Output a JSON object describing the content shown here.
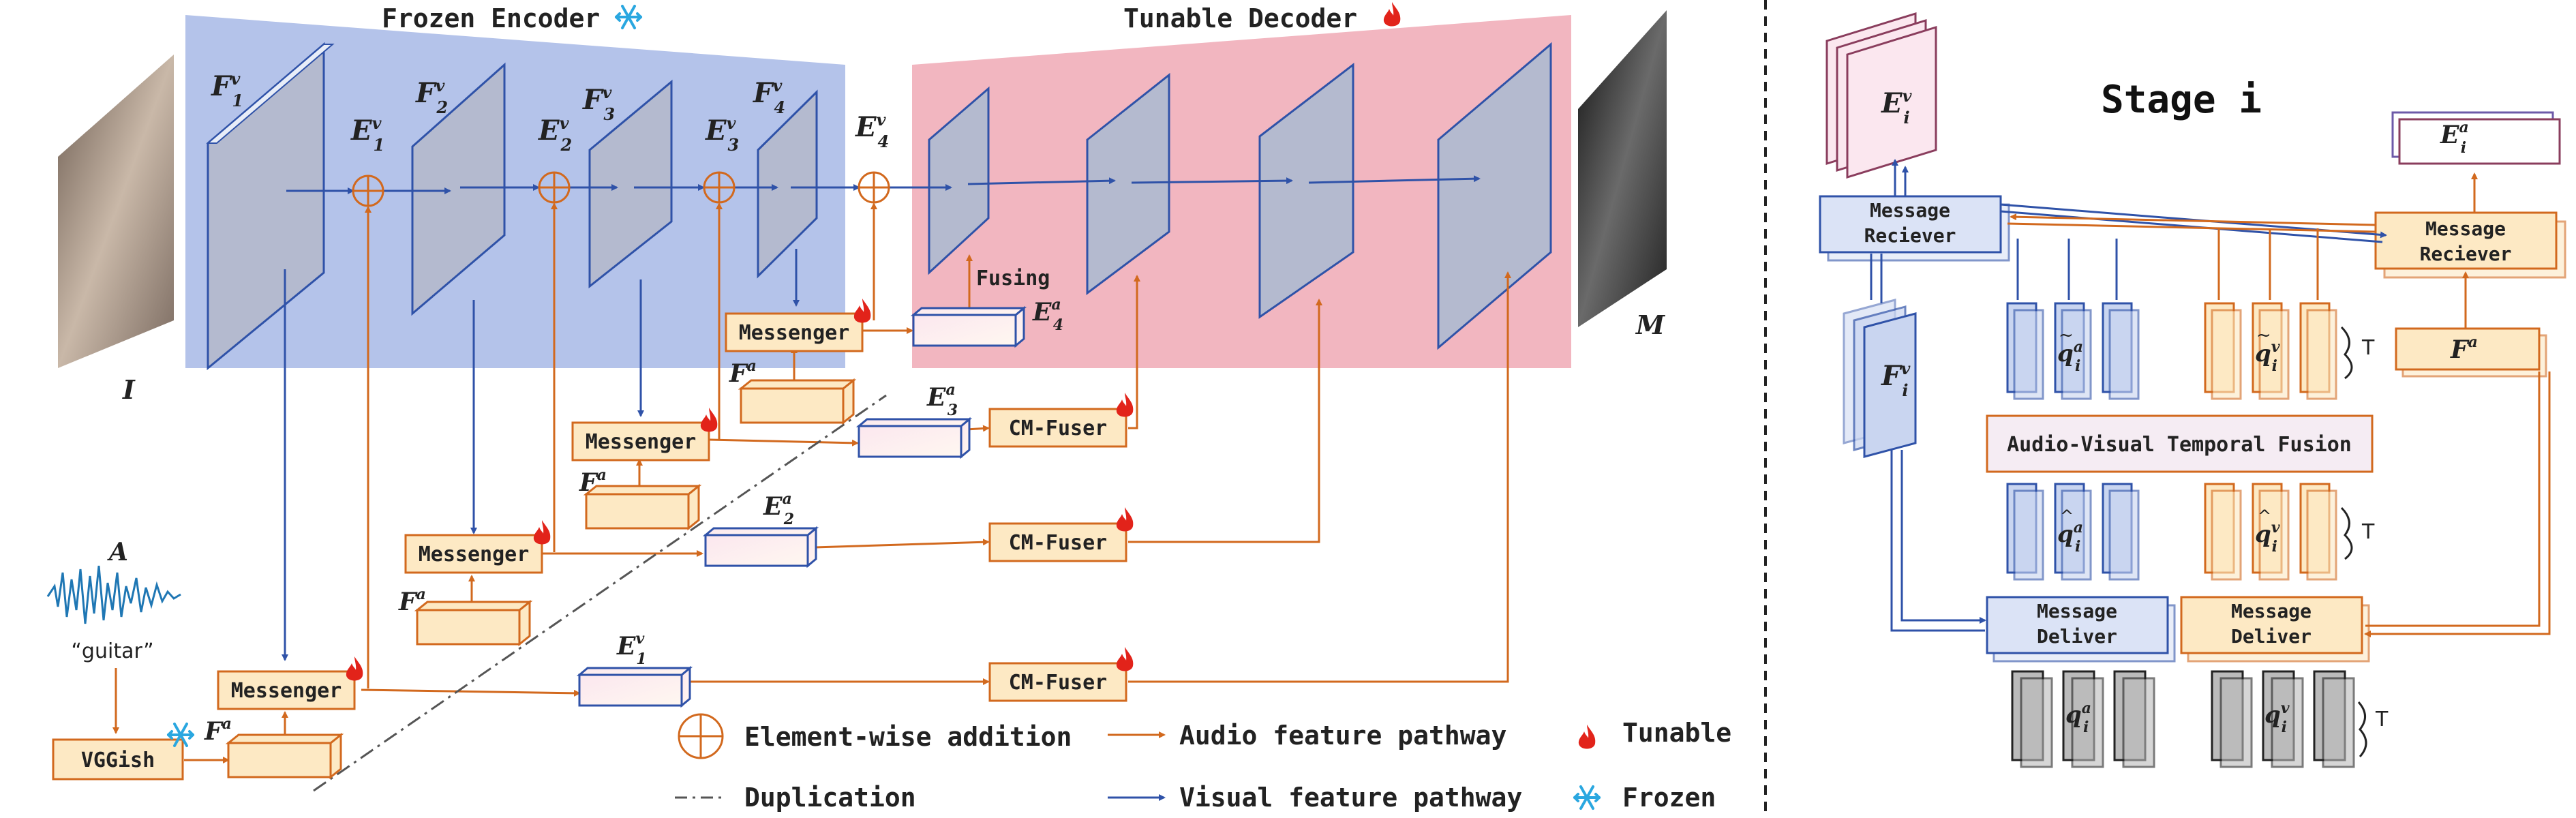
{
  "left": {
    "encoder_title": "Frozen Encoder",
    "decoder_title": "Tunable Decoder",
    "input_label": "I",
    "output_label": "M",
    "audio_label": "A",
    "audio_caption": "“guitar”",
    "vggish": "VGGish",
    "fusing": "Fusing",
    "messenger": "Messenger",
    "cm_fuser": "CM-Fuser",
    "feat": {
      "F1": "F",
      "F2": "F",
      "F3": "F",
      "F4": "F",
      "Fa": "F"
    },
    "E": "E"
  },
  "legend": {
    "add": "Element-wise addition",
    "dup": "Duplication",
    "audio": "Audio feature pathway",
    "visual": "Visual feature pathway",
    "tunable": "Tunable",
    "frozen": "Frozen"
  },
  "right": {
    "title": "Stage i",
    "msg_reciever": [
      "Message",
      "Reciever"
    ],
    "msg_deliver": [
      "Message",
      "Deliver"
    ],
    "avtf": "Audio-Visual Temporal Fusion",
    "T": "T"
  },
  "colors": {
    "encoder_bg": "#b4c3ea",
    "decoder_bg": "#f2b6c0",
    "audio": "#d2691e",
    "visual": "#2f52a8",
    "box_fill": "#fde9c4",
    "slab": "#b4bacf"
  },
  "icons": [
    "snowflake-icon",
    "flame-icon",
    "plus-circle-icon"
  ]
}
